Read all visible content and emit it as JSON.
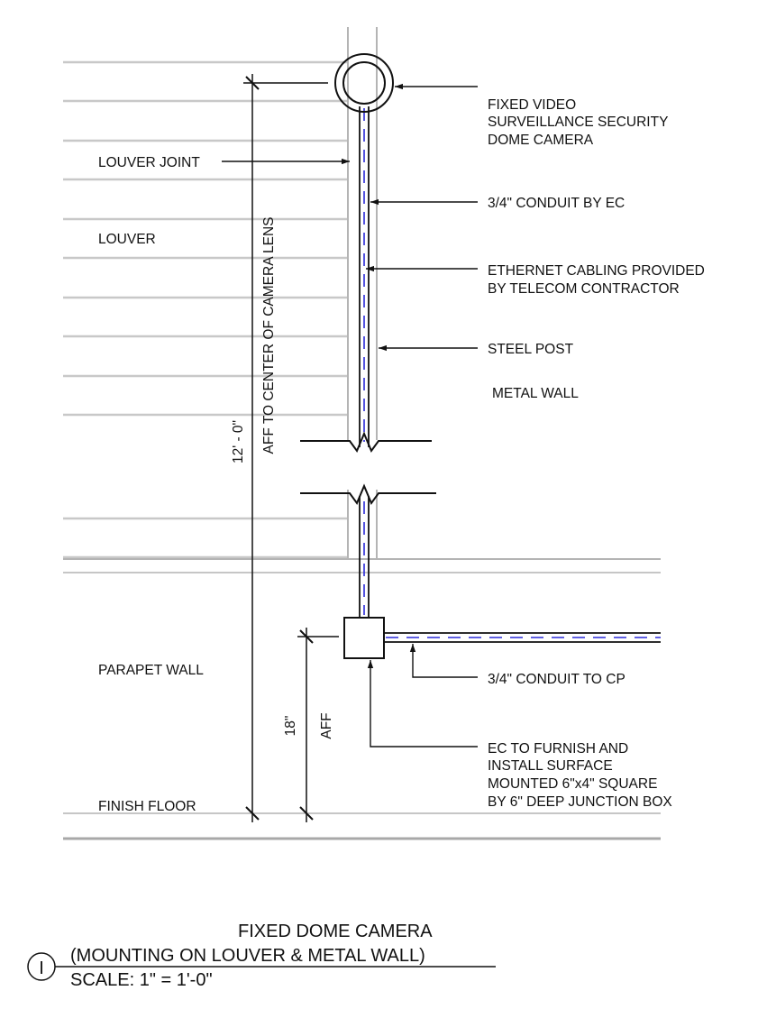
{
  "labels": {
    "louver_joint": "LOUVER JOINT",
    "louver": "LOUVER",
    "parapet_wall": "PARAPET WALL",
    "finish_floor": "FINISH FLOOR",
    "metal_wall": "METAL WALL",
    "camera": [
      "FIXED VIDEO",
      "SURVEILLANCE SECURITY",
      "DOME CAMERA"
    ],
    "conduit_by_ec": "3/4\" CONDUIT BY EC",
    "ethernet": [
      "ETHERNET CABLING PROVIDED",
      "BY TELECOM CONTRACTOR"
    ],
    "steel_post": "STEEL POST",
    "conduit_to_cp": "3/4\" CONDUIT TO CP",
    "junction_box": [
      "EC TO FURNISH AND",
      "INSTALL SURFACE",
      "MOUNTED 6\"x4\" SQUARE",
      "BY 6\" DEEP JUNCTION BOX"
    ]
  },
  "dimensions": {
    "height_total": "12' - 0\"",
    "height_total_note": "AFF TO CENTER OF CAMERA LENS",
    "height_box": "18\"",
    "height_box_note": "AFF"
  },
  "title_block": {
    "detail_number": "I",
    "title": "FIXED DOME CAMERA",
    "subtitle": "(MOUNTING ON LOUVER & METAL WALL)",
    "scale": "SCALE:  1\" = 1'-0\""
  },
  "colors": {
    "linework": "#111111",
    "light_lines": "#b4b4b4",
    "cable": "#2a2ad8"
  }
}
